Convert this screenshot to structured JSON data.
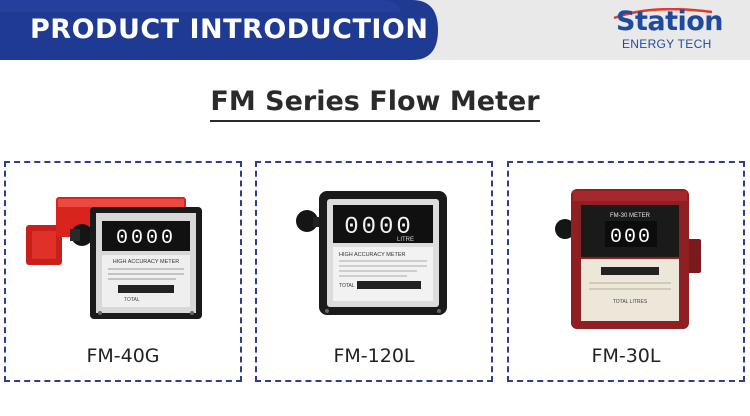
{
  "header": {
    "banner_title": "PRODUCT INTRODUCTION",
    "logo_name": "Station",
    "logo_subtitle": "ENERGY TECH",
    "brand_color": "#1f3a93",
    "logo_color": "#1f4b9c"
  },
  "section": {
    "title": "FM Series Flow Meter"
  },
  "products": [
    {
      "name": "FM-40G",
      "body_color": "#d9241e",
      "counter_digits": "0000",
      "face_title": "HIGH ACCURACY METER",
      "total_label": "TOTAL"
    },
    {
      "name": "FM-120L",
      "body_color": "#1b1b1b",
      "counter_digits": "0000",
      "unit_label": "LITRE",
      "face_title": "HIGH ACCURACY METER",
      "total_label": "TOTAL"
    },
    {
      "name": "FM-30L",
      "body_color": "#8e1f22",
      "counter_digits": "000",
      "face_title": "FM-30 METER",
      "total_label": "TOTAL LITRES"
    }
  ]
}
